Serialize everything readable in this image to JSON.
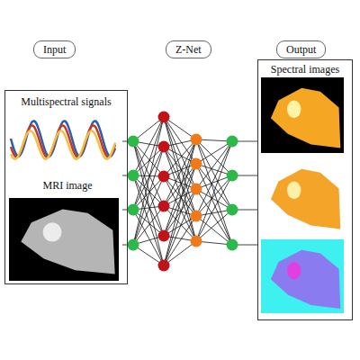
{
  "diagram": {
    "nodes": [
      {
        "text": [
          "Input"
        ]
      },
      {
        "text": [
          "Z-Net"
        ]
      },
      {
        "text": [
          "Output"
        ]
      },
      {
        "text": [
          "Multispectral signals"
        ]
      },
      {
        "text": [
          "MRI image"
        ],
        "in": 3
      },
      {
        "text": [
          "Spectral images"
        ]
      }
    ]
  }
}
